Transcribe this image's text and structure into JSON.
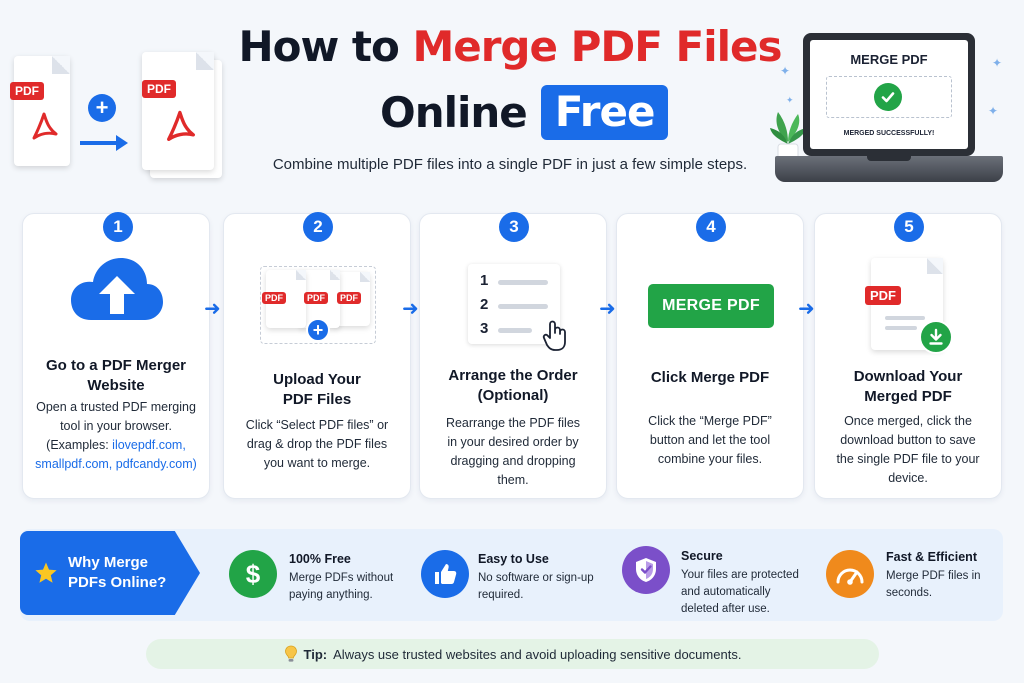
{
  "header": {
    "title_prefix": "How to ",
    "title_highlight": "Merge PDF Files",
    "title_line2": "Online",
    "title_pill": "Free",
    "subtitle": "Combine multiple PDF files into a single PDF in just a few simple steps."
  },
  "hero_left": {
    "pdf_tag": "PDF",
    "plus": "+"
  },
  "laptop": {
    "screen_title": "MERGE PDF",
    "status": "MERGED SUCCESSFULLY!"
  },
  "steps": [
    {
      "number": "1",
      "title_l1": "Go to a PDF Merger",
      "title_l2": "Website",
      "desc": "Open a trusted PDF merging tool in your browser. (Examples:",
      "links": "ilovepdf.com, smallpdf.com, pdfcandy.com)"
    },
    {
      "number": "2",
      "title_l1": "Upload Your",
      "title_l2": "PDF Files",
      "desc": "Click “Select PDF files” or drag & drop the PDF files you want to merge."
    },
    {
      "number": "3",
      "title_l1": "Arrange the Order",
      "title_l2": "(Optional)",
      "desc": "Rearrange the PDF files in your desired order by dragging and dropping them.",
      "list_numbers": [
        "1",
        "2",
        "3"
      ]
    },
    {
      "number": "4",
      "title_l1": "Click Merge PDF",
      "desc": "Click the “Merge PDF” button and let the tool combine your files.",
      "button_label": "MERGE PDF"
    },
    {
      "number": "5",
      "title_l1": "Download Your",
      "title_l2": "Merged PDF",
      "desc": "Once merged, click the download button to save the single PDF file to your device."
    }
  ],
  "why": {
    "label_l1": "Why Merge",
    "label_l2": "PDFs Online?",
    "features": [
      {
        "icon": "dollar-icon",
        "symbol": "$",
        "color": "#22a447",
        "title": "100% Free",
        "desc": "Merge PDFs without paying anything."
      },
      {
        "icon": "thumbs-up-icon",
        "symbol": "👍",
        "color": "#1a6ce8",
        "title": "Easy to Use",
        "desc": "No software or sign-up required."
      },
      {
        "icon": "shield-icon",
        "symbol": "",
        "color": "#7b4fc9",
        "title": "Secure",
        "desc": "Your files are protected and automatically deleted after use."
      },
      {
        "icon": "speedometer-icon",
        "symbol": "",
        "color": "#f08a1c",
        "title": "Fast & Efficient",
        "desc": "Merge PDF files in seconds."
      }
    ]
  },
  "tip": {
    "label": "Tip:",
    "text": "Always use trusted websites and avoid uploading sensitive documents."
  }
}
